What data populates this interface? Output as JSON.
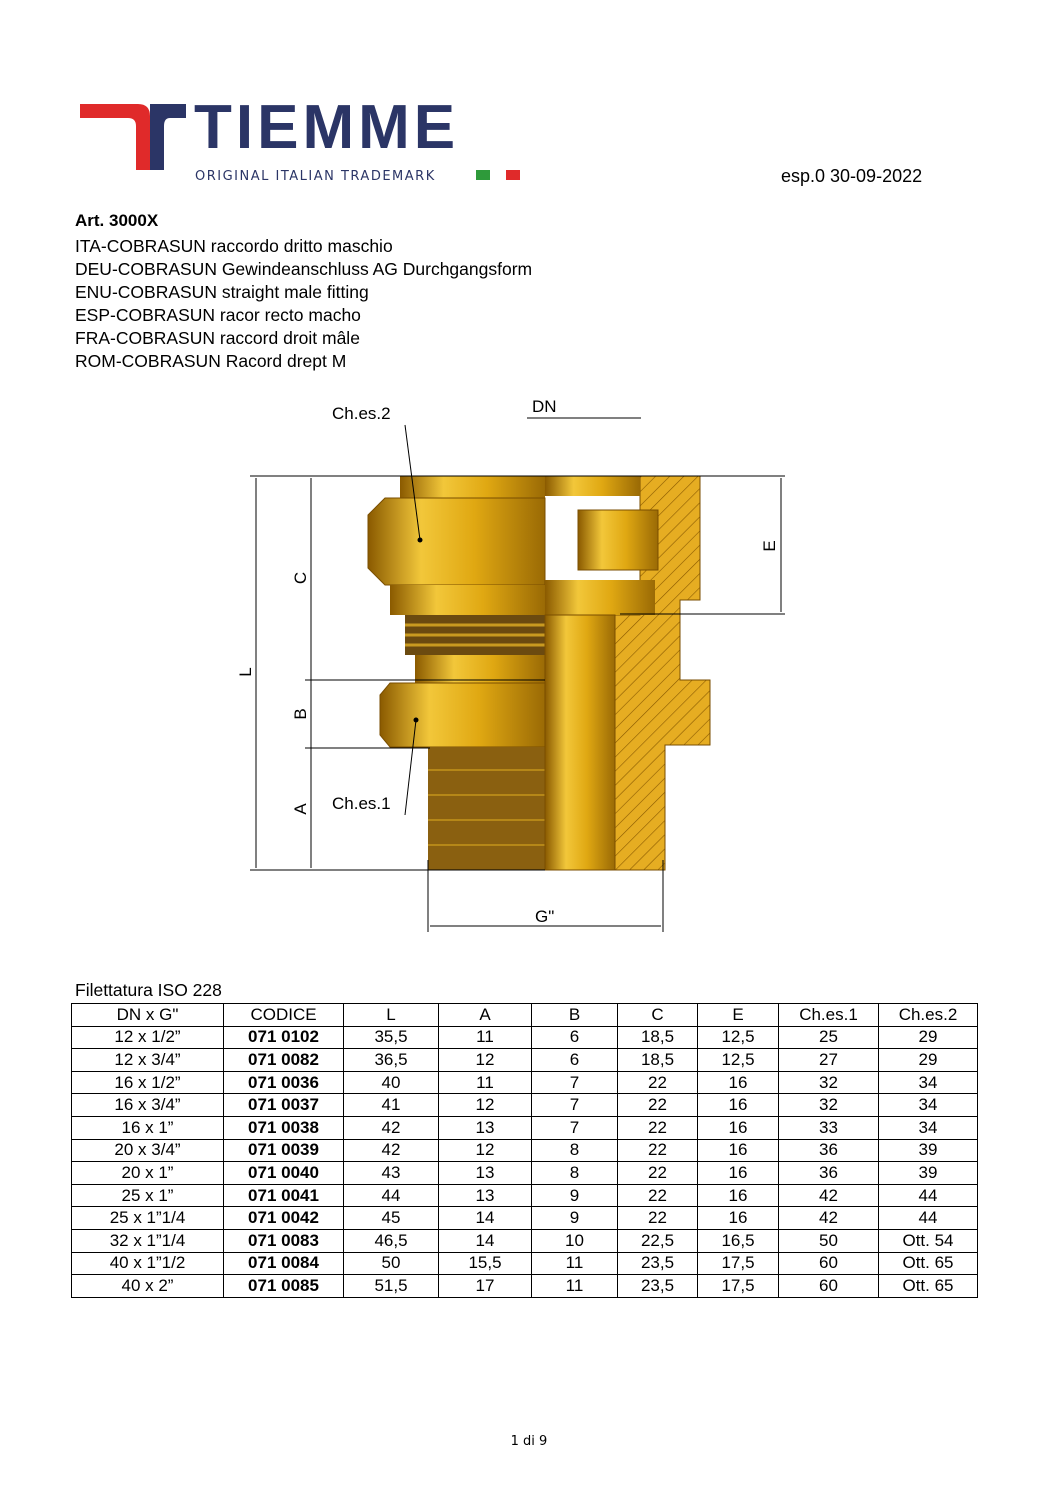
{
  "header": {
    "brand": "TIEMME",
    "tagline": "ORIGINAL ITALIAN TRADEMARK",
    "revision": "esp.0  30-09-2022"
  },
  "article": {
    "title": "Art. 3000X",
    "descriptions": [
      "ITA-COBRASUN raccordo dritto maschio",
      "DEU-COBRASUN Gewindeanschluss AG Durchgangsform",
      "ENU-COBRASUN straight male fitting",
      "ESP-COBRASUN racor recto macho",
      "FRA-COBRASUN raccord droit mâle",
      "ROM-COBRASUN Racord drept M"
    ]
  },
  "drawing": {
    "labels": {
      "ches2": "Ch.es.2",
      "dn": "DN",
      "e": "E",
      "c": "C",
      "l": "L",
      "b": "B",
      "a": "A",
      "ches1": "Ch.es.1",
      "g": "G\""
    }
  },
  "table": {
    "caption": "Filettatura ISO 228",
    "headers": [
      "DN x G\"",
      "CODICE",
      "L",
      "A",
      "B",
      "C",
      "E",
      "Ch.es.1",
      "Ch.es.2"
    ],
    "rows": [
      [
        "12 x 1/2”",
        "071 0102",
        "35,5",
        "11",
        "6",
        "18,5",
        "12,5",
        "25",
        "29"
      ],
      [
        "12 x 3/4”",
        "071 0082",
        "36,5",
        "12",
        "6",
        "18,5",
        "12,5",
        "27",
        "29"
      ],
      [
        "16 x 1/2”",
        "071 0036",
        "40",
        "11",
        "7",
        "22",
        "16",
        "32",
        "34"
      ],
      [
        "16 x 3/4”",
        "071 0037",
        "41",
        "12",
        "7",
        "22",
        "16",
        "32",
        "34"
      ],
      [
        "16 x 1”",
        "071 0038",
        "42",
        "13",
        "7",
        "22",
        "16",
        "33",
        "34"
      ],
      [
        "20 x 3/4”",
        "071 0039",
        "42",
        "12",
        "8",
        "22",
        "16",
        "36",
        "39"
      ],
      [
        "20 x 1”",
        "071 0040",
        "43",
        "13",
        "8",
        "22",
        "16",
        "36",
        "39"
      ],
      [
        "25 x 1”",
        "071 0041",
        "44",
        "13",
        "9",
        "22",
        "16",
        "42",
        "44"
      ],
      [
        "25 x 1”1/4",
        "071 0042",
        "45",
        "14",
        "9",
        "22",
        "16",
        "42",
        "44"
      ],
      [
        "32 x 1”1/4",
        "071 0083",
        "46,5",
        "14",
        "10",
        "22,5",
        "16,5",
        "50",
        "Ott. 54"
      ],
      [
        "40 x 1”1/2",
        "071 0084",
        "50",
        "15,5",
        "11",
        "23,5",
        "17,5",
        "60",
        "Ott. 65"
      ],
      [
        "40 x 2”",
        "071 0085",
        "51,5",
        "17",
        "11",
        "23,5",
        "17,5",
        "60",
        "Ott. 65"
      ]
    ]
  },
  "footer": {
    "page": "1 di 9"
  },
  "colors": {
    "brand_blue": "#2b3566",
    "brand_red": "#e02a2a",
    "brass": "#d9a514",
    "green": "#2e9a3a"
  }
}
